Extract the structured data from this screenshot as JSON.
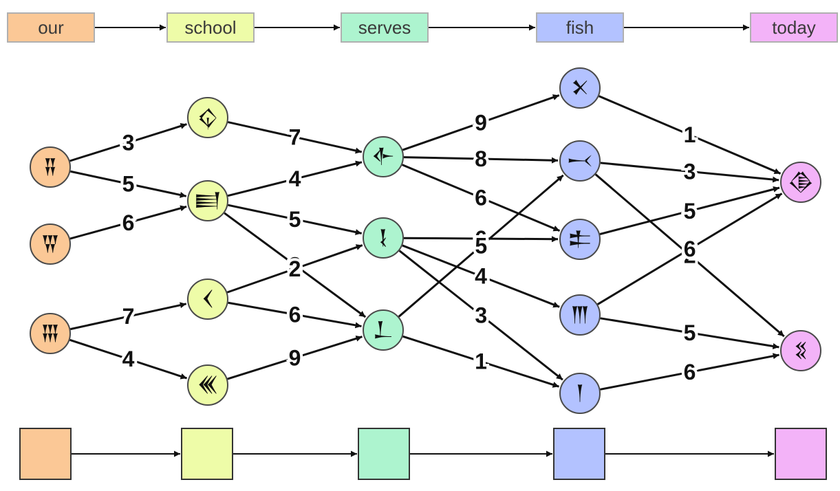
{
  "colors": {
    "our": "#fbc896",
    "school": "#eefca8",
    "serves": "#adf4cf",
    "fish": "#b3c2ff",
    "today": "#f3b3f8"
  },
  "header": {
    "labels": [
      "our",
      "school",
      "serves",
      "fish",
      "today"
    ]
  },
  "nodes": [
    {
      "id": "a1",
      "column": "our",
      "glyph": "𒐉"
    },
    {
      "id": "a2",
      "column": "our",
      "glyph": "𒐊"
    },
    {
      "id": "a3",
      "column": "our",
      "glyph": "𒐋"
    },
    {
      "id": "b1",
      "column": "school",
      "glyph": "𒌒"
    },
    {
      "id": "b2",
      "column": "school",
      "glyph": "𒆦"
    },
    {
      "id": "b3",
      "column": "school",
      "glyph": "𒌋"
    },
    {
      "id": "b4",
      "column": "school",
      "glyph": "𒌍"
    },
    {
      "id": "c1",
      "column": "serves",
      "glyph": "𒅆"
    },
    {
      "id": "c2",
      "column": "serves",
      "glyph": "𒋙"
    },
    {
      "id": "c3",
      "column": "serves",
      "glyph": "𒁇"
    },
    {
      "id": "d1",
      "column": "fish",
      "glyph": "𒉽"
    },
    {
      "id": "d2",
      "column": "fish",
      "glyph": "𒁁"
    },
    {
      "id": "d3",
      "column": "fish",
      "glyph": "𒉺"
    },
    {
      "id": "d4",
      "column": "fish",
      "glyph": "𒐈"
    },
    {
      "id": "d5",
      "column": "fish",
      "glyph": "𒁹"
    },
    {
      "id": "e1",
      "column": "today",
      "glyph": "𒆠"
    },
    {
      "id": "e2",
      "column": "today",
      "glyph": "𒐏"
    }
  ],
  "edges": [
    {
      "from": "a1",
      "to": "b1",
      "weight": "3"
    },
    {
      "from": "a1",
      "to": "b2",
      "weight": "5"
    },
    {
      "from": "a2",
      "to": "b2",
      "weight": "6"
    },
    {
      "from": "a3",
      "to": "b3",
      "weight": "7"
    },
    {
      "from": "a3",
      "to": "b4",
      "weight": "4"
    },
    {
      "from": "b1",
      "to": "c1",
      "weight": "7"
    },
    {
      "from": "b2",
      "to": "c1",
      "weight": "4"
    },
    {
      "from": "b2",
      "to": "c2",
      "weight": "5"
    },
    {
      "from": "b2",
      "to": "c3",
      "weight": "3"
    },
    {
      "from": "b3",
      "to": "c2",
      "weight": "2"
    },
    {
      "from": "b3",
      "to": "c3",
      "weight": "6"
    },
    {
      "from": "b4",
      "to": "c3",
      "weight": "9"
    },
    {
      "from": "c1",
      "to": "d1",
      "weight": "9"
    },
    {
      "from": "c1",
      "to": "d2",
      "weight": "8"
    },
    {
      "from": "c1",
      "to": "d3",
      "weight": "6"
    },
    {
      "from": "c2",
      "to": "d3",
      "weight": "6"
    },
    {
      "from": "c2",
      "to": "d4",
      "weight": "4"
    },
    {
      "from": "c2",
      "to": "d5",
      "weight": "3"
    },
    {
      "from": "c3",
      "to": "d2",
      "weight": "5"
    },
    {
      "from": "c3",
      "to": "d5",
      "weight": "1"
    },
    {
      "from": "d1",
      "to": "e1",
      "weight": "1"
    },
    {
      "from": "d2",
      "to": "e1",
      "weight": "3"
    },
    {
      "from": "d2",
      "to": "e2",
      "weight": "2"
    },
    {
      "from": "d3",
      "to": "e1",
      "weight": "5"
    },
    {
      "from": "d4",
      "to": "e1",
      "weight": "6"
    },
    {
      "from": "d4",
      "to": "e2",
      "weight": "5"
    },
    {
      "from": "d5",
      "to": "e2",
      "weight": "6"
    }
  ]
}
